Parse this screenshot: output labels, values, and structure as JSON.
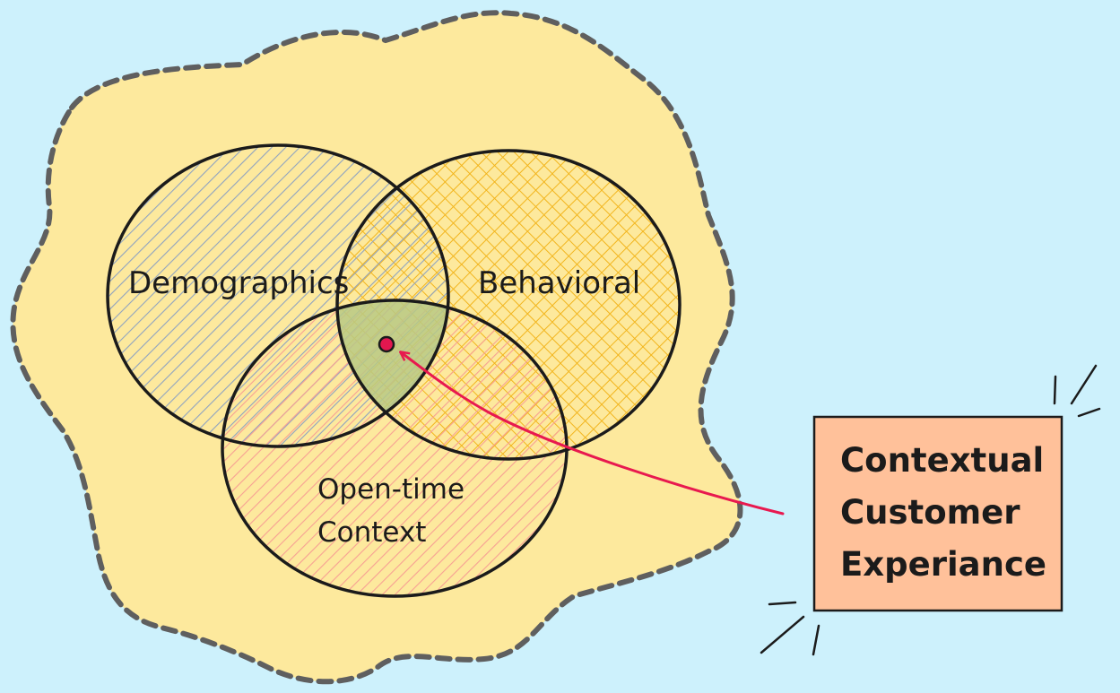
{
  "diagram": {
    "type": "venn",
    "sets": [
      {
        "id": "demographics",
        "label": "Demographics",
        "color": "#8fa3c0"
      },
      {
        "id": "behavioral",
        "label": "Behavioral",
        "color": "#f2b51d"
      },
      {
        "id": "open_time",
        "label_lines": [
          "Open-time",
          "Context"
        ],
        "color": "#f7a093"
      }
    ],
    "intersection": {
      "color": "#b8c985",
      "marker_color": "#e3174f"
    },
    "callout": {
      "lines": [
        "Contextual",
        "Customer",
        "Experiance"
      ],
      "fill": "#ffc19a",
      "arrow_color": "#e8194f"
    },
    "background": {
      "page": "#cdf1fc",
      "blob": "#fde99d"
    }
  }
}
